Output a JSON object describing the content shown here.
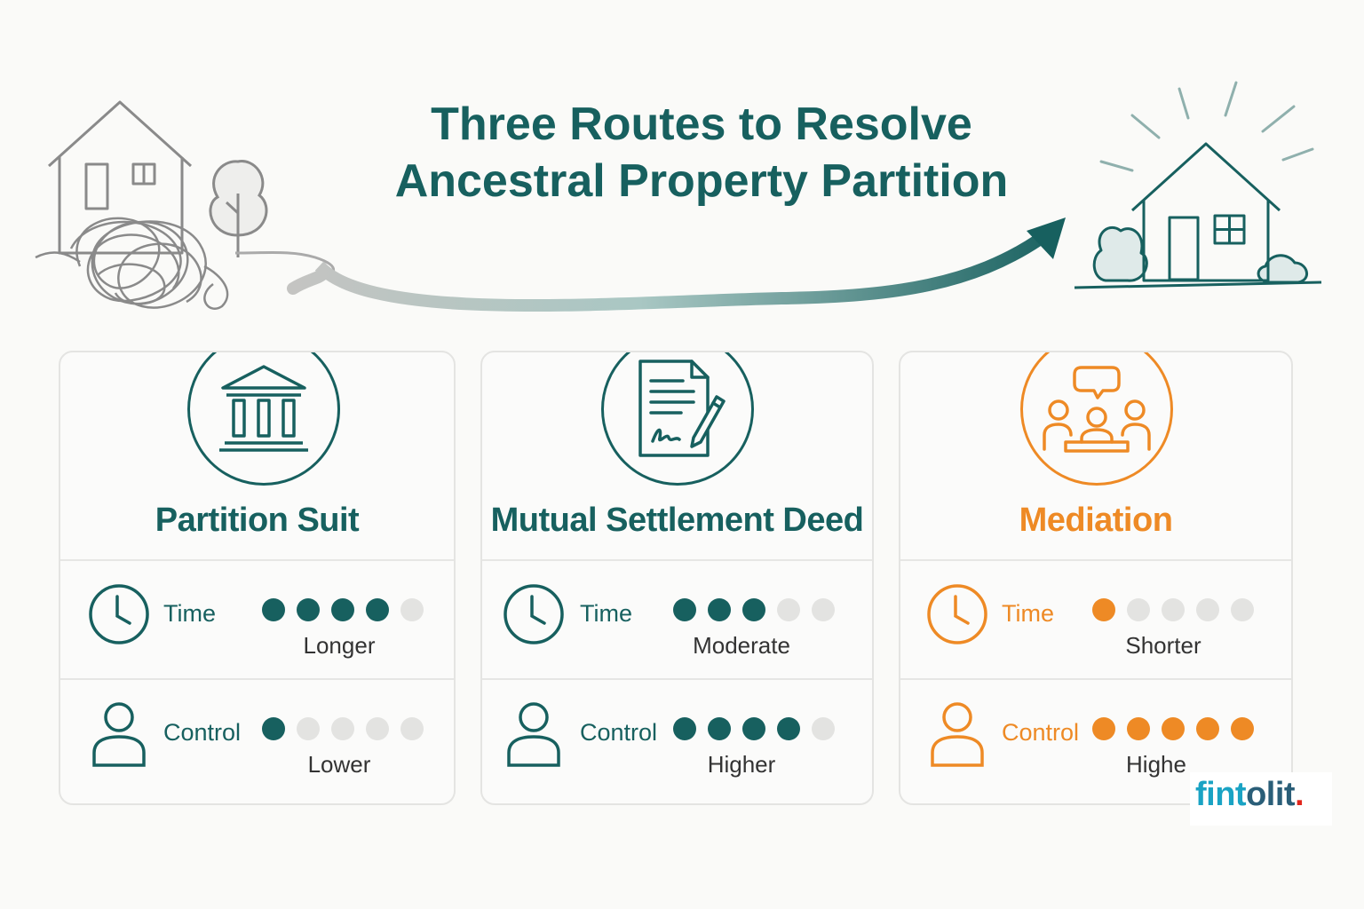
{
  "title": {
    "line1": "Three Routes to Resolve",
    "line2": "Ancestral Property Partition"
  },
  "colors": {
    "teal": "#17605f",
    "orange": "#ee8a25",
    "dot_empty": "#e3e3e1"
  },
  "routes": [
    {
      "name": "Partition Suit",
      "icon": "courthouse-icon",
      "color": "#17605f",
      "time": {
        "label": "Time",
        "rating": 4,
        "max": 5,
        "value": "Longer"
      },
      "control": {
        "label": "Control",
        "rating": 1,
        "max": 5,
        "value": "Lower"
      }
    },
    {
      "name": "Mutual Settlement Deed",
      "icon": "signed-document-icon",
      "color": "#17605f",
      "time": {
        "label": "Time",
        "rating": 3,
        "max": 5,
        "value": "Moderate"
      },
      "control": {
        "label": "Control",
        "rating": 4,
        "max": 5,
        "value": "Higher"
      }
    },
    {
      "name": "Mediation",
      "icon": "meeting-people-icon",
      "color": "#ee8a25",
      "time": {
        "label": "Time",
        "rating": 1,
        "max": 5,
        "value": "Shorter"
      },
      "control": {
        "label": "Control",
        "rating": 5,
        "max": 5,
        "value": "Highe"
      }
    }
  ],
  "brand": {
    "part1": "fint",
    "part2": "olit",
    "part3": "."
  }
}
